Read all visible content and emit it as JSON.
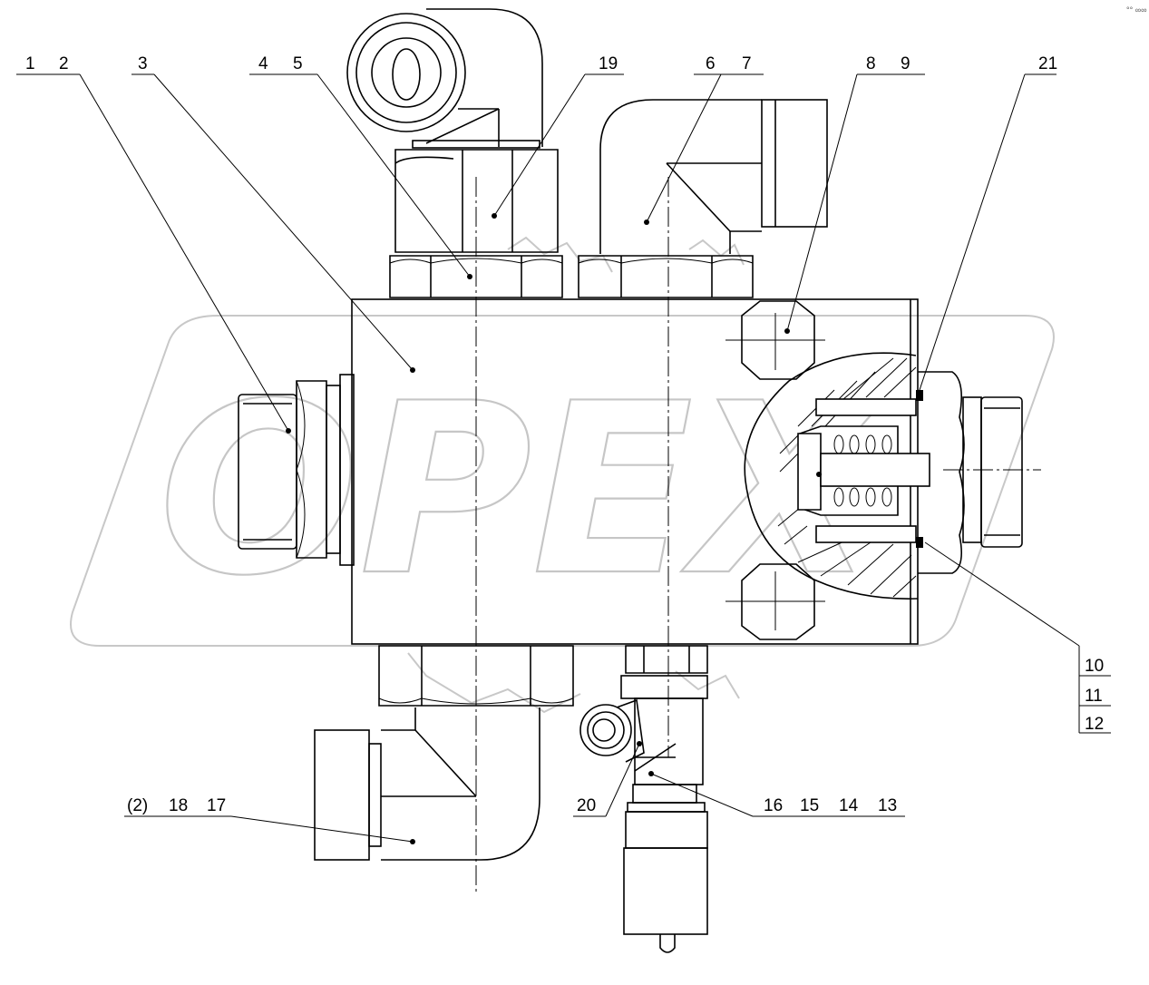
{
  "watermark": {
    "brand": "OPEX",
    "corner_mark": "°° ∞∞"
  },
  "callouts": {
    "c1": "1",
    "c2": "2",
    "c3": "3",
    "c4": "4",
    "c5": "5",
    "c6": "6",
    "c7": "7",
    "c8": "8",
    "c9": "9",
    "c10": "10",
    "c11": "11",
    "c12": "12",
    "c13": "13",
    "c14": "14",
    "c15": "15",
    "c16": "16",
    "c17": "17",
    "c18": "18",
    "c19": "19",
    "c20": "20",
    "c21": "21",
    "c2p": "(2)"
  }
}
